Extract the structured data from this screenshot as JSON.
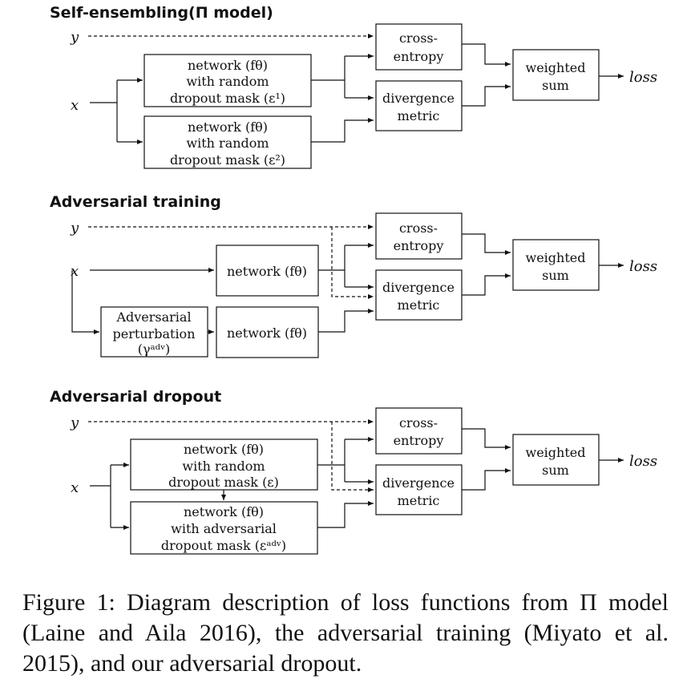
{
  "sections": [
    {
      "title": "Self-ensembling(Π model)",
      "y_label": "y",
      "x_label": "x",
      "net1": [
        "network (fθ)",
        "with random",
        "dropout mask (ε¹)"
      ],
      "net2": [
        "network (fθ)",
        "with random",
        "dropout mask (ε²)"
      ],
      "ce": [
        "cross-",
        "entropy"
      ],
      "div": [
        "divergence",
        "metric"
      ],
      "ws": [
        "weighted",
        "sum"
      ],
      "loss": "loss"
    },
    {
      "title": "Adversarial training",
      "y_label": "y",
      "x_label": "x",
      "net1": [
        "network (fθ)"
      ],
      "adv": [
        "Adversarial",
        "perturbation",
        "(γᵃᵈᵛ)"
      ],
      "net2": [
        "network (fθ)"
      ],
      "ce": [
        "cross-",
        "entropy"
      ],
      "div": [
        "divergence",
        "metric"
      ],
      "ws": [
        "weighted",
        "sum"
      ],
      "loss": "loss"
    },
    {
      "title": "Adversarial dropout",
      "y_label": "y",
      "x_label": "x",
      "net1": [
        "network (fθ)",
        "with random",
        "dropout mask (ε)"
      ],
      "net2": [
        "network (fθ)",
        "with adversarial",
        "dropout mask (εᵃᵈᵛ)"
      ],
      "ce": [
        "cross-",
        "entropy"
      ],
      "div": [
        "divergence",
        "metric"
      ],
      "ws": [
        "weighted",
        "sum"
      ],
      "loss": "loss"
    }
  ],
  "caption": "Figure 1: Diagram description of loss functions from Π model (Laine and Aila 2016), the adversarial training (Miyato et al. 2015), and our adversarial dropout."
}
